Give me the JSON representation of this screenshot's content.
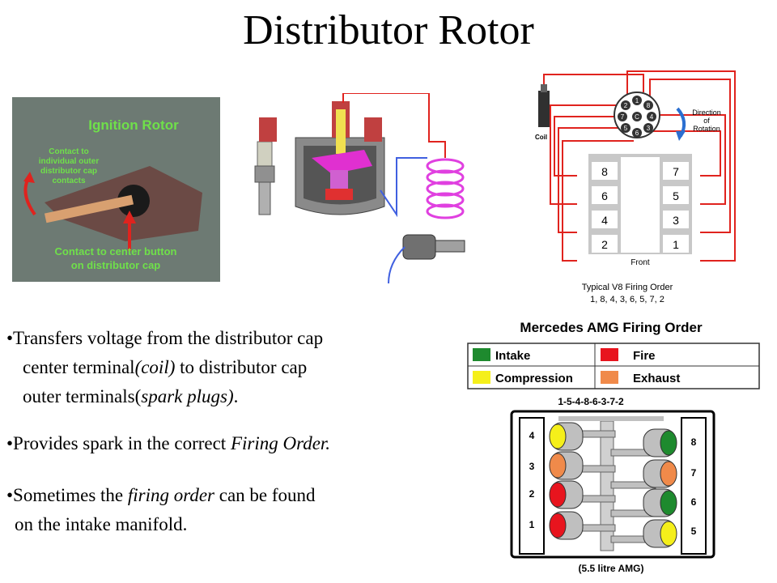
{
  "title": "Distributor Rotor",
  "rotor_photo": {
    "heading": "Ignition Rotor",
    "label_outer_lines": [
      "Contact to",
      "individual outer",
      "distributor cap",
      "contacts"
    ],
    "label_center_lines": [
      "Contact to center button",
      "on distributor cap"
    ],
    "colors": {
      "bg": "#6d7a73",
      "heading": "#6fe04a",
      "label": "#6fe04a",
      "arrow": "#e0231e"
    }
  },
  "v8_diagram": {
    "coil_label": "Coil",
    "cap_terminals": [
      "1",
      "8",
      "4",
      "3",
      "6",
      "5",
      "7",
      "2"
    ],
    "center_label": "C",
    "direction_label_lines": [
      "Direction",
      "of",
      "Rotation"
    ],
    "left_bank": [
      "8",
      "6",
      "4",
      "2"
    ],
    "right_bank": [
      "7",
      "5",
      "3",
      "1"
    ],
    "front_label": "Front",
    "caption_lines": [
      "Typical V8 Firing Order",
      "1, 8, 4, 3, 6, 5, 7, 2"
    ],
    "colors": {
      "wire": "#e0231e",
      "block": "#c8c8c8",
      "arrow": "#2b6fd1"
    }
  },
  "bullets": {
    "b1_a": "•Transfers voltage from the distributor cap",
    "b1_b1": "center terminal",
    "b1_b2": "(coil)",
    "b1_b3": " to distributor cap",
    "b1_c1": "outer terminals(",
    "b1_c2": "spark plugs)",
    "b1_c3": ".",
    "b2_a": "•Provides spark in the correct ",
    "b2_b": "Firing Order.",
    "b3_a": "•Sometimes the ",
    "b3_b": "firing order",
    "b3_c": " can be found",
    "b3_d": "on the intake manifold."
  },
  "amg": {
    "title": "Mercedes AMG Firing Order",
    "legend": [
      {
        "label": "Intake",
        "color": "#1e8a2e"
      },
      {
        "label": "Fire",
        "color": "#e8141e"
      },
      {
        "label": "Compression",
        "color": "#f5ef1a"
      },
      {
        "label": "Exhaust",
        "color": "#f08a4a"
      }
    ],
    "firing_order": "1-5-4-8-6-3-7-2",
    "left_cyl": [
      "4",
      "3",
      "2",
      "1"
    ],
    "right_cyl": [
      "8",
      "7",
      "6",
      "5"
    ],
    "caption": "(5.5 litre AMG)"
  }
}
